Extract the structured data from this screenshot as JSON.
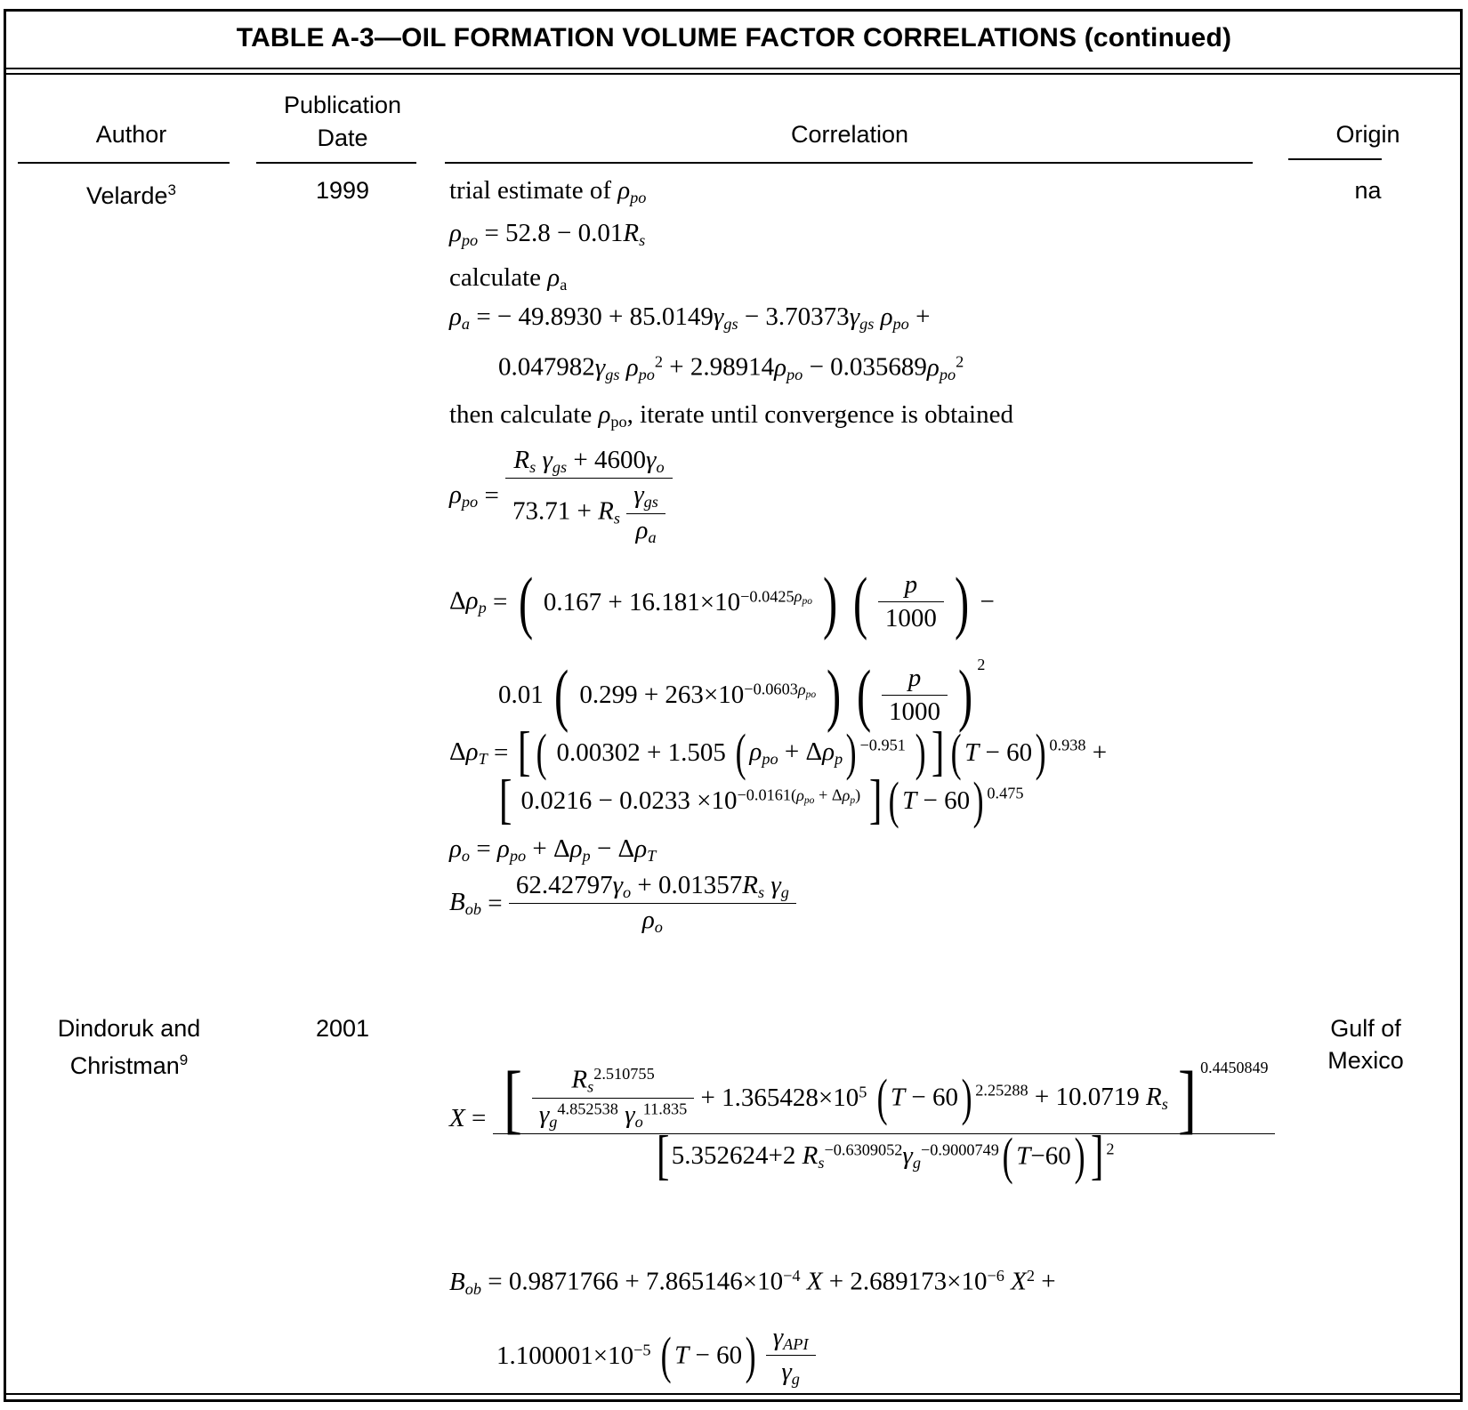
{
  "table": {
    "title": "TABLE A-3—OIL FORMATION VOLUME FACTOR CORRELATIONS (continued)",
    "columns": {
      "author": "Author",
      "publication_date_line1": "Publication",
      "publication_date_line2": "Date",
      "correlation": "Correlation",
      "origin": "Origin"
    },
    "rows": [
      {
        "author": "Velarde",
        "author_footnote": "3",
        "publication_date": "1999",
        "origin": "na",
        "correlation_lines": [
          "trial estimate of ρpo",
          "ρpo = 52.8 − 0.01 Rs",
          "calculate ρa",
          "ρa = −49.8930 + 85.0149 γgs − 3.70373 γgs ρpo + 0.047982 γgs ρpo^2 + 2.98914 ρpo − 0.035689 ρpo^2",
          "then calculate ρpo, iterate until convergence is obtained",
          "ρpo = (Rs γgs + 4600 γo) / (73.71 + Rs γgs/ρa)",
          "Δρp = (0.167 + 16.181×10^(−0.0425ρpo))(p/1000) − 0.01(0.299 + 263×10^(−0.0603ρpo))(p/1000)^2",
          "ΔρT = [(0.00302 + 1.505(ρpo + Δρp)^(−0.951))](T − 60)^0.938 + [0.0216 − 0.0233×10^(−0.0161(ρpo + Δρp))](T − 60)^0.475",
          "ρo = ρpo + Δρp − ΔρT",
          "Bob = (62.42797 γo + 0.01357 Rs γg) / ρo"
        ]
      },
      {
        "author_line1": "Dindoruk and",
        "author_line2": "Christman",
        "author_footnote": "9",
        "publication_date": "2001",
        "origin_line1": "Gulf of",
        "origin_line2": "Mexico",
        "correlation_lines": [
          "X = [ Rs^2.510755 / (γg^4.852538 γo^11.835) + 1.365428×10^5 (T − 60)^2.25288 + 10.0719 Rs ]^0.4450849 / [5.352624 + 2 Rs^(−0.6309052) γg^(−0.9000749) (T − 60)]^2",
          "Bob = 0.9871766 + 7.865146×10^(−4) X + 2.689173×10^(−6) X^2 + 1.100001×10^(−5) (T − 60) γAPI/γg"
        ]
      }
    ]
  },
  "math": {
    "velarde": {
      "trial_text": "trial estimate of",
      "trial_var": "ρ",
      "trial_sub": "po",
      "rhopo_eq_rhs": "= 52.8 − 0.01",
      "rhopo_R": "R",
      "rhopo_R_sub": "s",
      "calculate_text": "calculate",
      "calc_var": "ρ",
      "calc_sub": "a",
      "rhoa_line1": "= − 49.8930 + 85.0149",
      "rhoa_c1": "− 3.70373",
      "rhoa_plus": "+",
      "rhoa_line2_c1": "0.047982",
      "rhoa_line2_c2": "+ 2.98914",
      "rhoa_line2_c3": "− 0.035689",
      "then_text_a": "then calculate",
      "then_text_b": ", iterate until convergence is obtained",
      "frac_num_a": "R",
      "frac_num_b": "+ 4600",
      "frac_den_a": "73.71 +",
      "drhop_c1": "0.167 + 16.181",
      "drhop_times": "×",
      "drhop_ten": "10",
      "drhop_exp1": "−0.0425",
      "drhop_p": "p",
      "drhop_1000": "1000",
      "drhop_minus": "−",
      "drhop2_c1": "0.01",
      "drhop2_c2": "0.299 + 263",
      "drhop2_exp": "−0.0603",
      "drhoT_c1": "0.00302 + 1.505",
      "drhoT_exp1": "−0.951",
      "drhoT_T": "T",
      "drhoT_60": "− 60",
      "drhoT_pow1": "0.938",
      "drhoT_plus": "+",
      "drhoT2_c1": "0.0216 − 0.0233",
      "drhoT2_exp_a": "−0.0161",
      "drhoT2_pow": "0.475",
      "rhoo_rhs1": "=",
      "rhoo_plus": "+",
      "rhoo_minus": "−",
      "bob_num": "62.42797",
      "bob_num2": "+ 0.01357",
      "bob_den": "ρ"
    },
    "dindoruk": {
      "X": "X",
      "eq": "=",
      "Rs_pow": "2.510755",
      "gg_pow": "4.852538",
      "go_pow": "11.835",
      "term2_coef": "+ 1.365428",
      "term2_times": "×",
      "term2_ten": "10",
      "term2_ten_pow": "5",
      "term2_T": "T",
      "term2_60": "− 60",
      "term2_pow": "2.25288",
      "term3": "+ 10.0719",
      "outer_pow": "0.4450849",
      "den_c1": "5.352624+2",
      "den_Rs_pow": "−0.6309052",
      "den_gg_pow": "−0.9000749",
      "den_T": "T",
      "den_60": "−60",
      "den_pow": "2",
      "bob_c1": "= 0.9871766 + 7.865146",
      "bob_times": "×",
      "bob_ten": "10",
      "bob_pow1": "−4",
      "bob_X": "X",
      "bob_c2": "+ 2.689173",
      "bob_pow2": "−6",
      "bob_X2_pow": "2",
      "bob_plus": "+",
      "bob_l2_c1": "1.100001",
      "bob_l2_pow": "−5",
      "bob_l2_T": "T",
      "bob_l2_60": "− 60",
      "gamma_API": "API",
      "gamma_g": "g"
    }
  },
  "colors": {
    "ink": "#000000",
    "background": "#ffffff"
  }
}
